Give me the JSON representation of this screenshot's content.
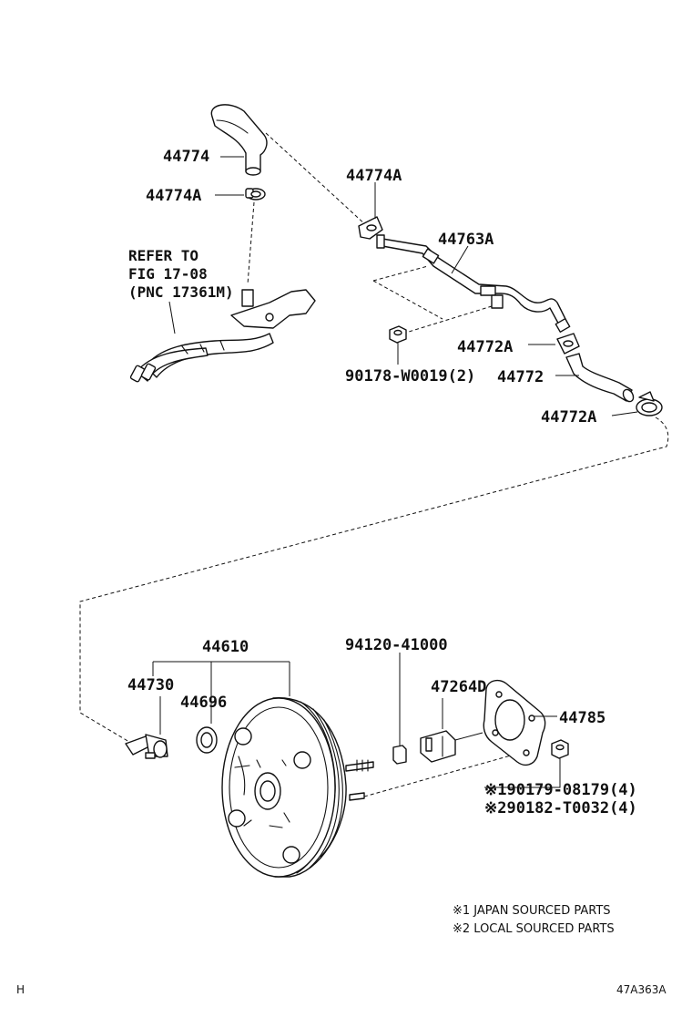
{
  "part_labels": {
    "p44774": "44774",
    "p44774A_left": "44774A",
    "p44774A_top": "44774A",
    "p44763A": "44763A",
    "p44772A_mid": "44772A",
    "p44772": "44772",
    "p44772A_low": "44772A",
    "p90178": "90178-W0019(2)",
    "p44610": "44610",
    "p44730": "44730",
    "p44696": "44696",
    "p94120": "94120-41000",
    "p47264D": "47264D",
    "p44785": "44785",
    "p90179": "※190179-08179(4)",
    "p90182": "※290182-T0032(4)"
  },
  "refer_note": {
    "line1": "REFER TO",
    "line2": "FIG 17-08",
    "line3": "(PNC 17361M)"
  },
  "legend": {
    "note1": "※1 JAPAN SOURCED PARTS",
    "note2": "※2 LOCAL SOURCED PARTS"
  },
  "corner": {
    "left": "H",
    "right": "47A363A"
  }
}
